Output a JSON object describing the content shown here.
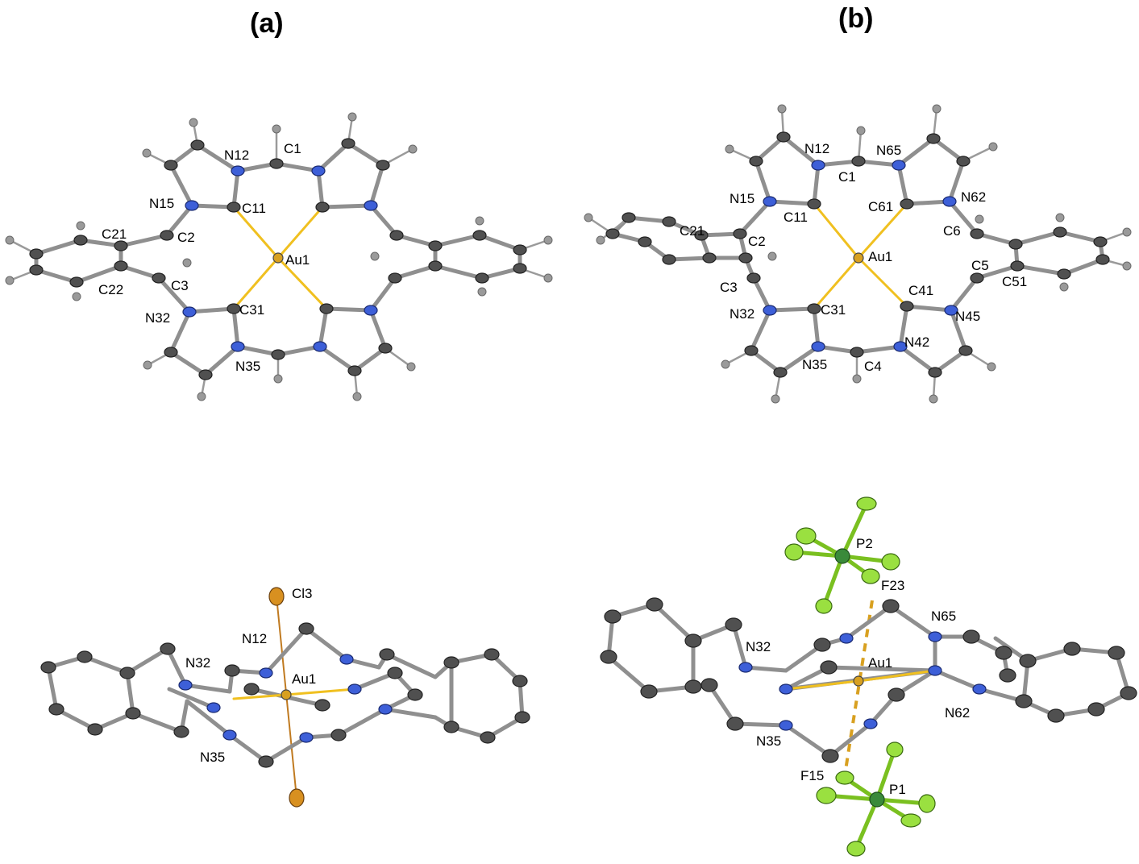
{
  "panels": {
    "a": {
      "label": "(a)"
    },
    "b": {
      "label": "(b)"
    }
  },
  "atom_labels": {
    "a_top": [
      "N12",
      "C1",
      "N15",
      "C11",
      "C21",
      "C2",
      "Au1",
      "C22",
      "C3",
      "N32",
      "C31",
      "N35"
    ],
    "b_top": [
      "N12",
      "N65",
      "C1",
      "N15",
      "C11",
      "C61",
      "N62",
      "C21",
      "C2",
      "Au1",
      "C6",
      "C5",
      "C3",
      "C51",
      "N32",
      "C31",
      "C41",
      "N45",
      "N42",
      "N35",
      "C4"
    ],
    "a_bottom": [
      "Cl3",
      "N12",
      "N32",
      "Au1",
      "N35"
    ],
    "b_bottom": [
      "P2",
      "F23",
      "N65",
      "N32",
      "Au1",
      "N62",
      "N35",
      "F15",
      "P1"
    ]
  },
  "colors": {
    "carbon": "#505050",
    "nitrogen": "#3d5fd8",
    "hydrogen": "#9a9a9a",
    "gold": "#d8a020",
    "chlorine": "#d89020",
    "phosphorus": "#3a8a3a",
    "fluorine": "#9ae040"
  }
}
